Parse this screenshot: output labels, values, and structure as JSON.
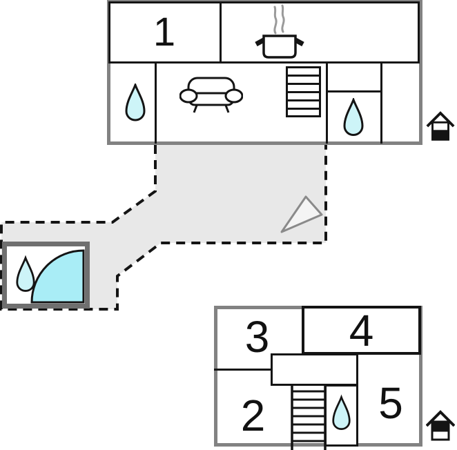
{
  "colors": {
    "wall": "#141414",
    "outline": "#828282",
    "terrace": "#e8e8e8",
    "water": "#cdf4f8",
    "shower": "#a9edf6",
    "steam": "#9a9a9a",
    "arrow_fill": "#f4f4f4",
    "arrow_stroke": "#8a8a8a",
    "annex_border": "#6f6f6f",
    "paper": "#ffffff"
  },
  "rooms": {
    "r1": "1",
    "r2": "2",
    "r3": "3",
    "r4": "4",
    "r5": "5"
  },
  "upper_floor": {
    "features": [
      "bathroom-water-drop-left",
      "sofa",
      "kitchen-pot-with-steam",
      "staircase",
      "bathroom-water-drop-right",
      "level-indicator-house-lower-half"
    ]
  },
  "lower_floor": {
    "features": [
      "staircase",
      "bathroom-water-drop",
      "level-indicator-house-upper-half"
    ]
  },
  "annex": {
    "features": [
      "water-drop",
      "corner-shower"
    ]
  },
  "terrace": {
    "outline_style": "dashed",
    "marker": "direction-triangle"
  }
}
